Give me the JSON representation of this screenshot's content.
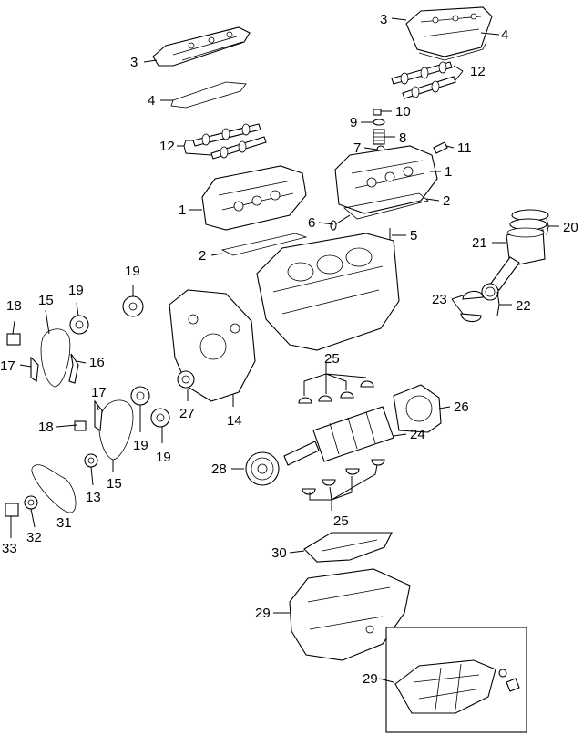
{
  "callouts": {
    "c1a": "1",
    "c1b": "1",
    "c2a": "2",
    "c2b": "2",
    "c3a": "3",
    "c3b": "3",
    "c4a": "4",
    "c4b": "4",
    "c5": "5",
    "c6": "6",
    "c7": "7",
    "c8": "8",
    "c9": "9",
    "c10": "10",
    "c11": "11",
    "c12a": "12",
    "c12b": "12",
    "c13": "13",
    "c14": "14",
    "c15a": "15",
    "c15b": "15",
    "c16": "16",
    "c17a": "17",
    "c17b": "17",
    "c18a": "18",
    "c18b": "18",
    "c19a": "19",
    "c19b": "19",
    "c19c": "19",
    "c19d": "19",
    "c20": "20",
    "c21": "21",
    "c22": "22",
    "c23": "23",
    "c24": "24",
    "c25a": "25",
    "c25b": "25",
    "c26": "26",
    "c27": "27",
    "c28": "28",
    "c29a": "29",
    "c29b": "29",
    "c30": "30",
    "c31": "31",
    "c32": "32",
    "c33": "33"
  }
}
